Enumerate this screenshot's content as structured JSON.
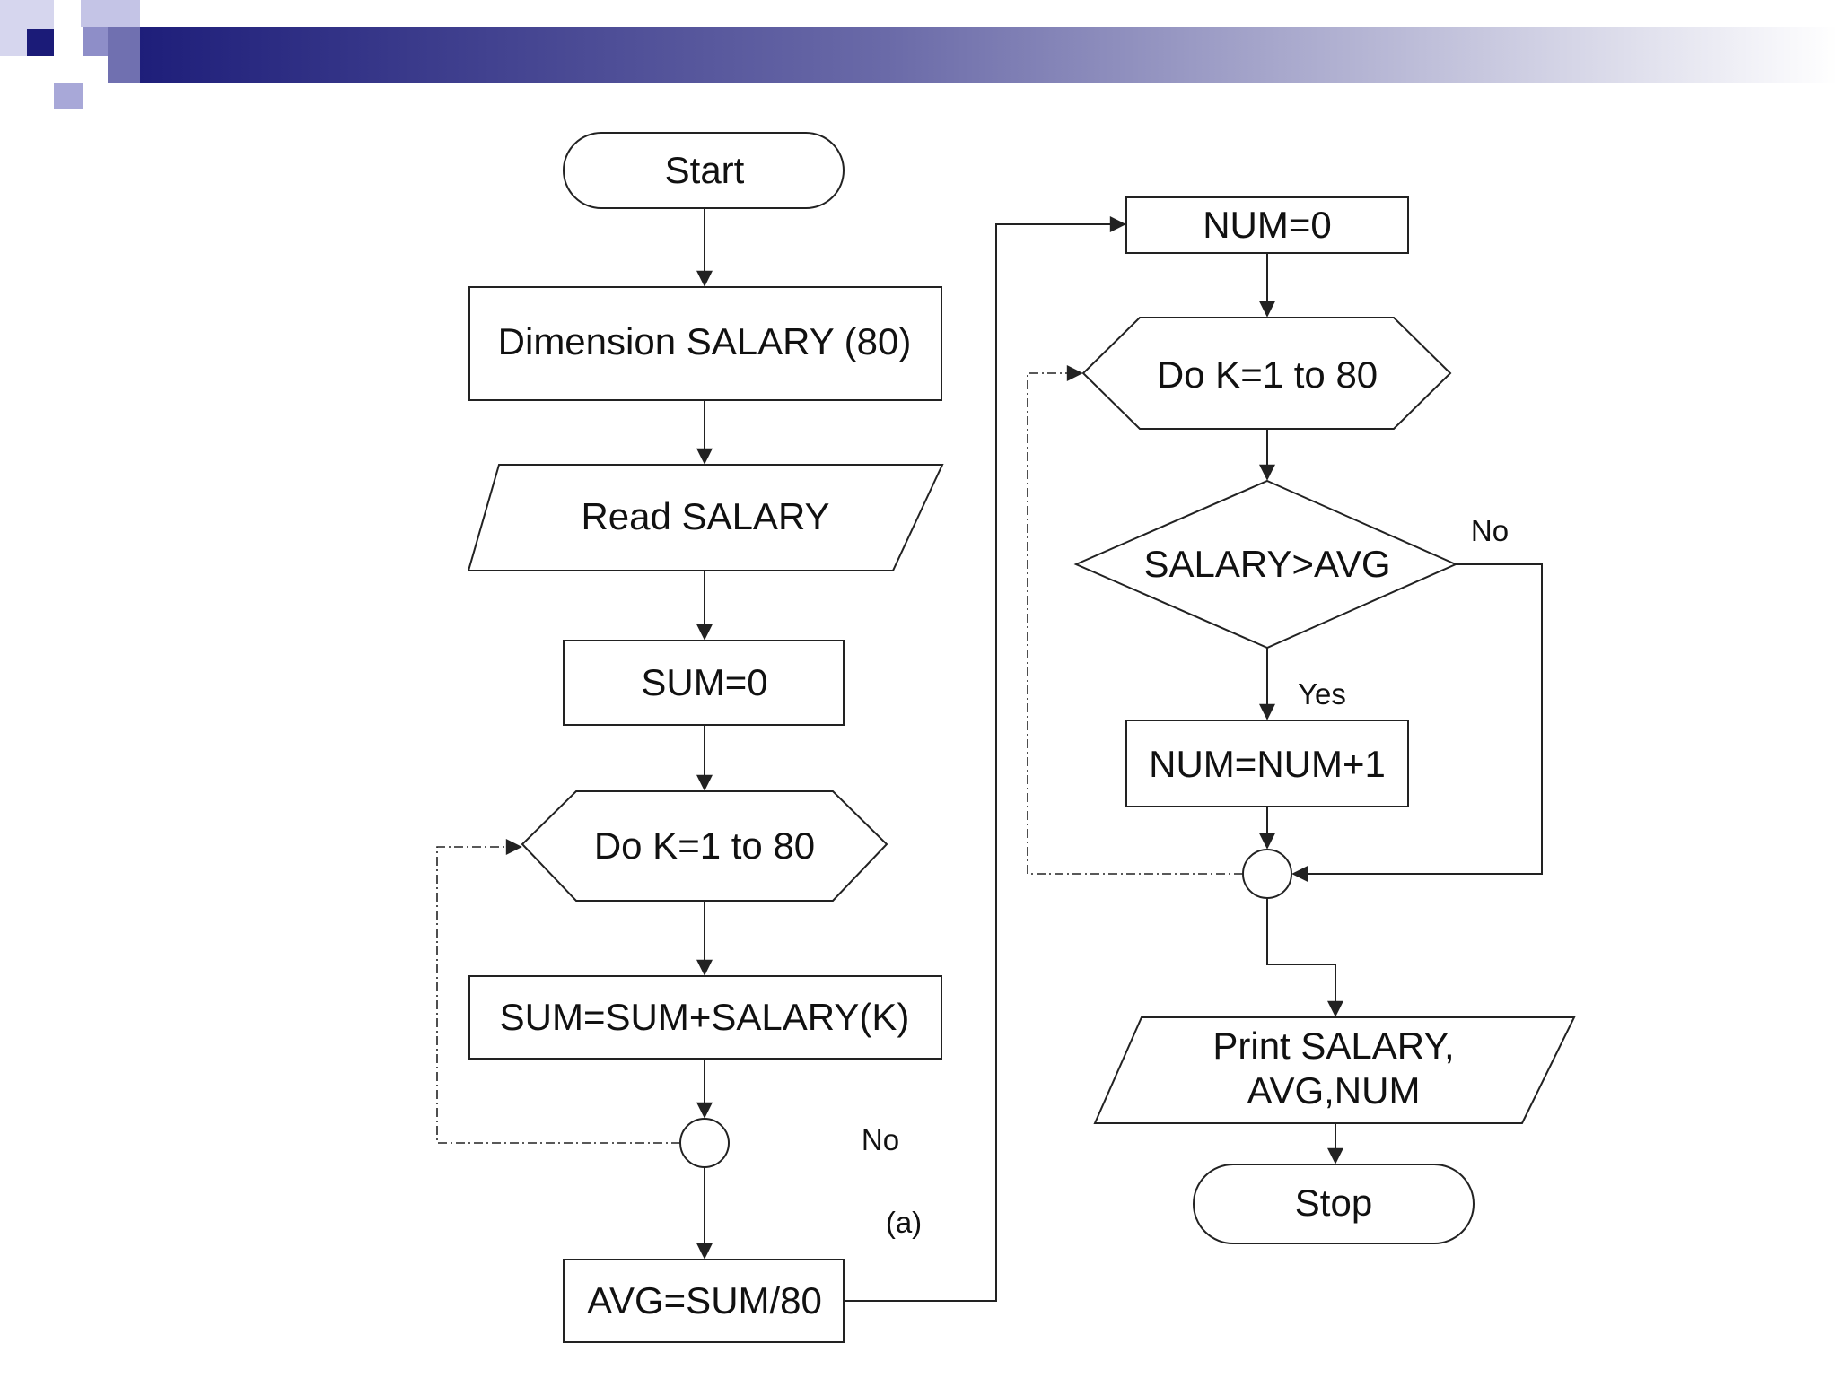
{
  "theme": {
    "header_dark": "#1b1b78",
    "header_mid": "#6a6aa8",
    "square_light": "#b8b8e0",
    "square_mid": "#8e8ec8",
    "stroke": "#222222"
  },
  "flowchart": {
    "start": "Start",
    "dimension": "Dimension SALARY (80)",
    "read": "Read SALARY",
    "sum_init": "SUM=0",
    "loop1": "Do K=1 to 80",
    "sum_update": "SUM=SUM+SALARY(K)",
    "loop1_no": "No",
    "figure_label": "(a)",
    "avg": "AVG=SUM/80",
    "num_init": "NUM=0",
    "loop2": "Do K=1 to 80",
    "decision": "SALARY>AVG",
    "decision_no": "No",
    "decision_yes": "Yes",
    "num_update": "NUM=NUM+1",
    "print_line1": "Print SALARY,",
    "print_line2": "AVG,NUM",
    "stop": "Stop"
  }
}
